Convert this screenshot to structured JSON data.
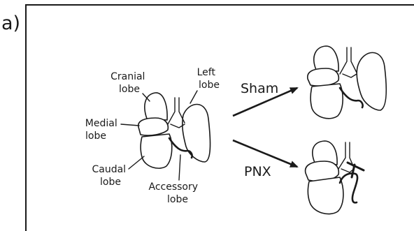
{
  "panel_label": "a)",
  "lobes": {
    "cranial": [
      "Cranial",
      "lobe"
    ],
    "left": [
      "Left",
      "lobe"
    ],
    "medial": [
      "Medial",
      "lobe"
    ],
    "caudal": [
      "Caudal",
      "lobe"
    ],
    "accessory": [
      "Accessory",
      "lobe"
    ]
  },
  "arrows": {
    "top": "Sham",
    "bottom": "PNX"
  }
}
